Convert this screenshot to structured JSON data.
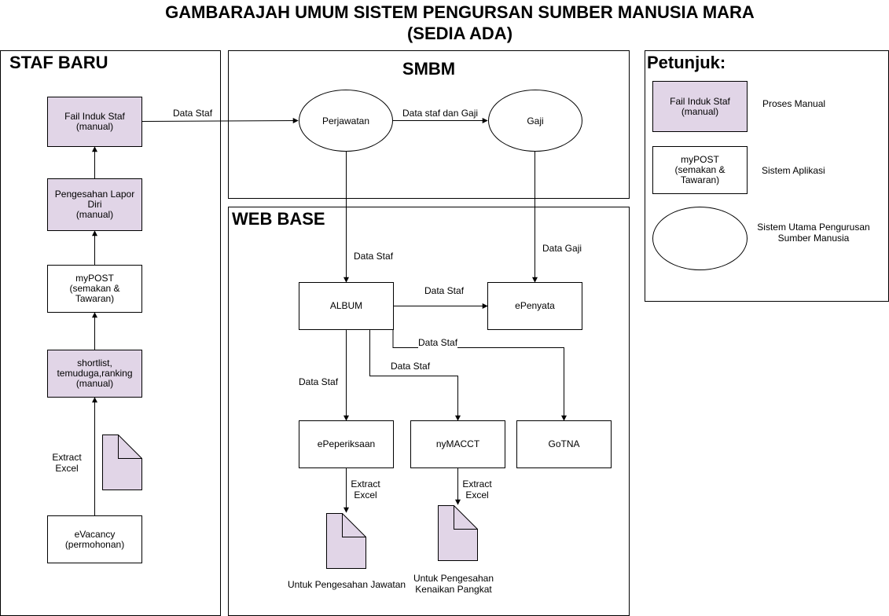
{
  "title": "GAMBARAJAH UMUM SISTEM PENGURSAN SUMBER MANUSIA MARA\n(SEDIA ADA)",
  "panels": {
    "staf_baru": "STAF BARU",
    "smbm": "SMBM",
    "web_base": "WEB BASE",
    "petunjuk": "Petunjuk:"
  },
  "staf_baru": {
    "fail_induk": "Fail Induk Staf\n(manual)",
    "pengesahan": "Pengesahan Lapor\nDiri\n(manual)",
    "mypost": "myPOST\n(semakan & Tawaran)",
    "shortlist": "shortlist,\ntemuduga,ranking\n(manual)",
    "evacancy": "eVacancy\n(permohonan)",
    "extract_excel": "Extract\nExcel"
  },
  "smbm": {
    "perjawatan": "Perjawatan",
    "gaji": "Gaji"
  },
  "web_base": {
    "album": "ALBUM",
    "epenyata": "ePenyata",
    "epeperiksaan": "ePeperiksaan",
    "mymacct": "nyMACCT",
    "gotna": "GoTNA",
    "doc1_caption": "Untuk Pengesahan Jawatan",
    "doc2_caption": "Untuk Pengesahan\nKenaikan Pangkat",
    "extract_excel_1": "Extract\nExcel",
    "extract_excel_2": "Extract\nExcel"
  },
  "edge_labels": {
    "data_staf_main": "Data Staf",
    "data_staf_gaji": "Data staf dan Gaji",
    "data_staf_album": "Data Staf",
    "data_gaji": "Data Gaji",
    "data_staf_epenyata": "Data Staf",
    "data_staf_gotna": "Data Staf",
    "data_staf_mymacct": "Data Staf",
    "data_staf_epeperiksaan": "Data Staf"
  },
  "legend": {
    "manual_box": "Fail Induk Staf\n(manual)",
    "manual_desc": "Proses Manual",
    "app_box": "myPOST\n(semakan & Tawaran)",
    "app_desc": "Sistem Aplikasi",
    "main_desc": "Sistem Utama Pengurusan\nSumber Manusia"
  },
  "colors": {
    "manual_fill": "#e1d5e7",
    "stroke": "#000000"
  }
}
